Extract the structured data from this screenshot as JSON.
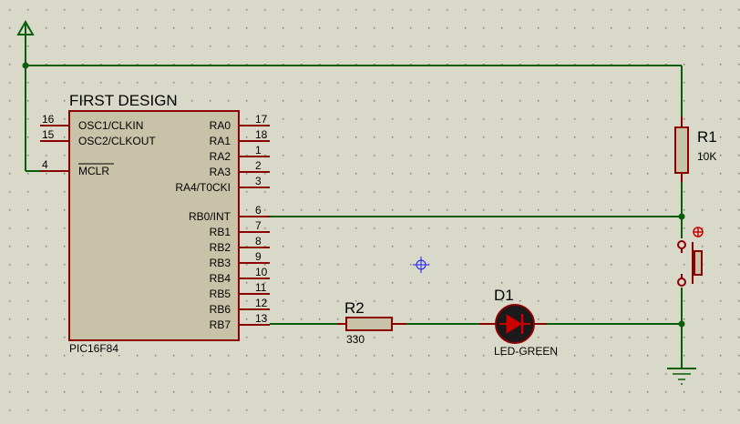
{
  "schematic": {
    "colors": {
      "background": "#d9d9c9",
      "grid_dot": "#7d7d72",
      "wire": "#0a5e0a",
      "component": "#8b0000",
      "component_fill": "#c8c2a8",
      "marker": "#1a1aff"
    },
    "mcu": {
      "title": "FIRST DESIGN",
      "part": "PIC16F84",
      "left_pins": [
        {
          "num": "16",
          "name": "OSC1/CLKIN"
        },
        {
          "num": "15",
          "name": "OSC2/CLKOUT"
        },
        {
          "num": "4",
          "name": "MCLR"
        }
      ],
      "right_pins": [
        {
          "num": "17",
          "name": "RA0"
        },
        {
          "num": "18",
          "name": "RA1"
        },
        {
          "num": "1",
          "name": "RA2"
        },
        {
          "num": "2",
          "name": "RA3"
        },
        {
          "num": "3",
          "name": "RA4/T0CKI"
        },
        {
          "num": "6",
          "name": "RB0/INT"
        },
        {
          "num": "7",
          "name": "RB1"
        },
        {
          "num": "8",
          "name": "RB2"
        },
        {
          "num": "9",
          "name": "RB3"
        },
        {
          "num": "10",
          "name": "RB4"
        },
        {
          "num": "11",
          "name": "RB5"
        },
        {
          "num": "12",
          "name": "RB6"
        },
        {
          "num": "13",
          "name": "RB7"
        }
      ]
    },
    "r1": {
      "ref": "R1",
      "value": "10K"
    },
    "r2": {
      "ref": "R2",
      "value": "330"
    },
    "d1": {
      "ref": "D1",
      "value": "LED-GREEN"
    },
    "power": {
      "icon": "power-terminal-icon"
    },
    "ground": {
      "icon": "ground-icon"
    },
    "switch": {
      "icon": "pushbutton-icon"
    },
    "cursor": {
      "icon": "crosshair-icon"
    }
  }
}
